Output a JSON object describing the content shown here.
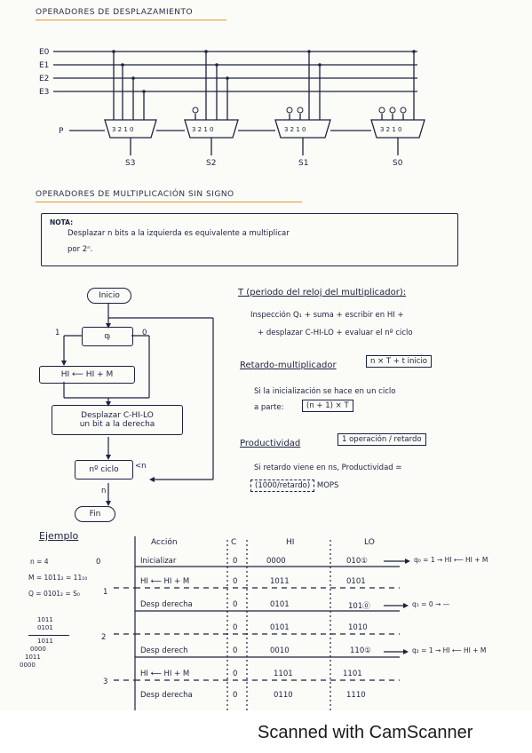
{
  "section1": {
    "title": "OPERADORES DE DESPLAZAMIENTO",
    "inputs": [
      "E0",
      "E1",
      "E2",
      "E3"
    ],
    "p_label": "P",
    "mux_bits": "3 2 1 0",
    "mux_zero": "0",
    "outputs": [
      "S3",
      "S2",
      "S1",
      "S0"
    ]
  },
  "section2": {
    "title": "OPERADORES DE MULTIPLICACIÓN SIN SIGNO",
    "note_label": "NOTA:",
    "note_line1": "Desplazar n bits a la izquierda es equivalente a multiplicar",
    "note_line2": "por 2ⁿ."
  },
  "flowchart": {
    "inicio": "Inicio",
    "decision": "qᵢ",
    "branch_one": "1",
    "branch_zero": "0",
    "add": "HI ⟵ HI + M",
    "shift_l1": "Desplazar C-HI-LO",
    "shift_l2": "un bit a la derecha",
    "cycle": "nº ciclo",
    "cycle_cond": "<n",
    "exit_n": "n",
    "fin": "Fin"
  },
  "notes": {
    "period_title": "T (periodo del reloj del multiplicador):",
    "period_line1": "Inspección Q₁ + suma + escribir en HI +",
    "period_line2": "+ desplazar C-HI-LO + evaluar el nº ciclo",
    "delay_title": "Retardo-multiplicador",
    "delay_formula": "n × T + t inicio",
    "delay_line1": "Si la inicialización se hace en un ciclo",
    "delay_line2": "a parte:",
    "delay_formula2": "(n + 1) × T",
    "prod_title": "Productividad",
    "prod_formula": "1 operación / retardo",
    "prod_line1": "Si retardo viene en ns, Productividad =",
    "prod_formula2": "(1000/retardo)",
    "prod_unit": "MOPS"
  },
  "example": {
    "title": "Ejemplo",
    "n_line": "n = 4",
    "m_line": "M = 1011₂ = 11₁₀",
    "q_line": "Q = 0101₂ = S₀",
    "calc": [
      "1011",
      "0101",
      "1011",
      "0000",
      "1011",
      "0000"
    ],
    "headers": [
      "Acción",
      "C",
      "HI",
      "LO"
    ],
    "cycles": [
      "0",
      "1",
      "2",
      "3"
    ],
    "rows": [
      {
        "accion": "Inicializar",
        "c": "0",
        "hi": "0000",
        "lo": "010①"
      },
      {
        "accion": "HI ⟵ HI + M",
        "c": "0",
        "hi": "1011",
        "lo": "0101"
      },
      {
        "accion": "Desp derecha",
        "c": "0",
        "hi": "0101",
        "lo": "101⓪"
      },
      {
        "accion": "",
        "c": "0",
        "hi": "0101",
        "lo": "1010"
      },
      {
        "accion": "Desp derech",
        "c": "0",
        "hi": "0010",
        "lo": "110①"
      },
      {
        "accion": "HI ⟵ HI + M",
        "c": "0",
        "hi": "1101",
        "lo": "1101"
      },
      {
        "accion": "Desp derecha",
        "c": "0",
        "hi": "0110",
        "lo": "1110"
      }
    ],
    "arrows": [
      "q₀ = 1 → HI ⟵ HI + M",
      "q₁ = 0 → —",
      "q₂ = 1 → HI ⟵ HI + M"
    ]
  },
  "footer": {
    "watermark": "Scanned with CamScanner"
  }
}
